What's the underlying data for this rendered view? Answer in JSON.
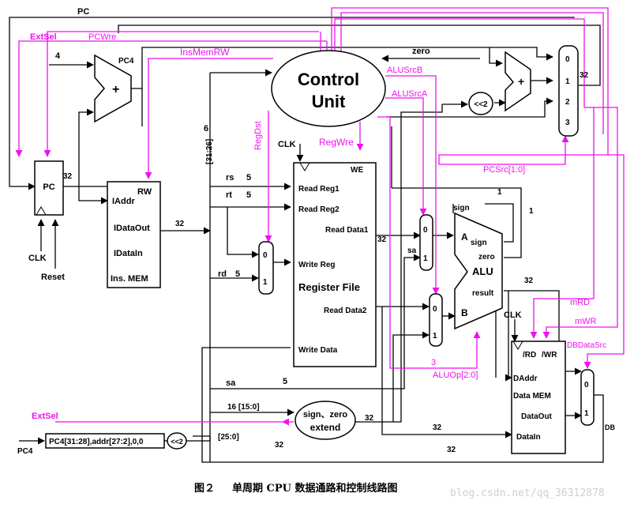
{
  "control_unit": {
    "line1": "Control",
    "line2": "Unit"
  },
  "control_signals": {
    "pc": "PC",
    "extsel": "ExtSel",
    "extsel_bottom": "ExtSel",
    "pcwre": "PCWre",
    "insmemrw": "InsMemRW",
    "regdst": "RegDst",
    "regwre": "RegWre",
    "alusrcb": "ALUSrcB",
    "alusrca": "ALUSrcA",
    "pcsrc": "PCSrc[1:0]",
    "aluop": "ALUOp[2:0]",
    "mrd": "mRD",
    "mwr": "mWR",
    "dbdatasrc": "DBDataSrc"
  },
  "pc": {
    "label": "PC",
    "clk": "CLK",
    "reset": "Reset"
  },
  "adders": {
    "pc4_input": "4",
    "pc4_label": "PC4",
    "plus": "+",
    "shift2": "<<2"
  },
  "ins_mem": {
    "rw": "RW",
    "iaddr": "IAddr",
    "idataout": "IDataOut",
    "idatain": "IDataIn",
    "name": "Ins. MEM"
  },
  "register_file": {
    "we": "WE",
    "read_reg1": "Read Reg1",
    "read_reg2": "Read Reg2",
    "write_reg": "Write Reg",
    "name": "Register File",
    "read_data1": "Read Data1",
    "read_data2": "Read Data2",
    "write_data": "Write Data",
    "clk": "CLK"
  },
  "fields": {
    "op": "[31:26]",
    "op_width": "6",
    "rs": "rs",
    "rt": "rt",
    "rd": "rd",
    "sa": "sa",
    "sa_mux": "sa",
    "imm": "16 [15:0]",
    "addr": "[25:0]",
    "five": "5"
  },
  "alu": {
    "a": "A",
    "b": "B",
    "sign_in": "sign",
    "sign_out": "sign",
    "zero_out": "zero",
    "name": "ALU",
    "result": "result"
  },
  "extend": {
    "line1": "sign、zero",
    "line2": "extend"
  },
  "data_mem": {
    "rd": "/RD",
    "wr": "/WR",
    "clk": "CLK",
    "daddr": "DAddr",
    "name": "Data MEM",
    "dataout": "DataOut",
    "datain": "DataIn"
  },
  "pc_jump": {
    "text": "PC4[31:28],addr[27:2],0,0",
    "pc4": "PC4"
  },
  "mux_labels": {
    "zero": "0",
    "one": "1",
    "two": "2",
    "three": "3"
  },
  "wire_labels": {
    "w32": "32",
    "zero": "zero",
    "one": "1",
    "three": "3",
    "db": "DB"
  },
  "caption": {
    "label": "图２",
    "title": "单周期 CPU 数据通路和控制线路图"
  },
  "watermark": "blog.csdn.net/qq_36312878"
}
